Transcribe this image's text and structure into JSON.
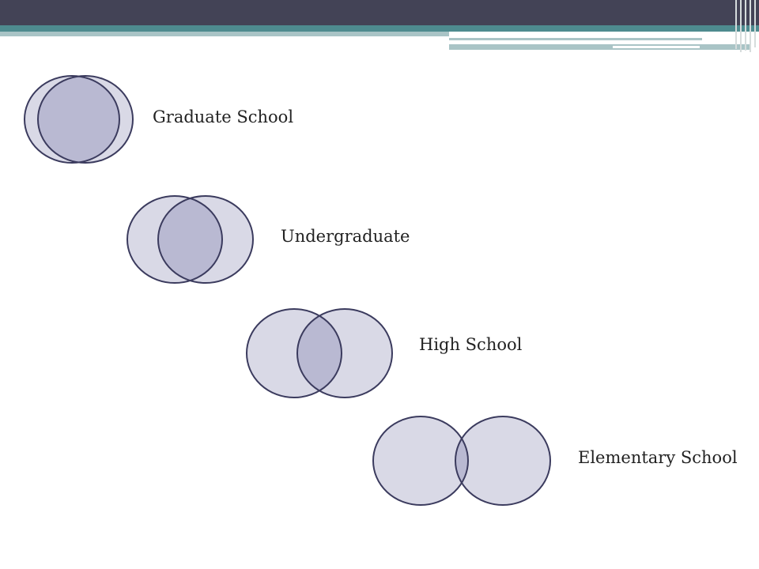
{
  "levels": [
    {
      "label": "Graduate School"
    },
    {
      "label": "Undergraduate"
    },
    {
      "label": "High School"
    },
    {
      "label": "Elementary School"
    }
  ],
  "colors": {
    "circle_fill": "#d9d9e6",
    "overlap_fill": "#b9b9d2",
    "stroke": "#3b3b5e",
    "header_dark": "#434356",
    "header_teal": "#4e8b8f",
    "header_light": "#a9c4c6"
  }
}
